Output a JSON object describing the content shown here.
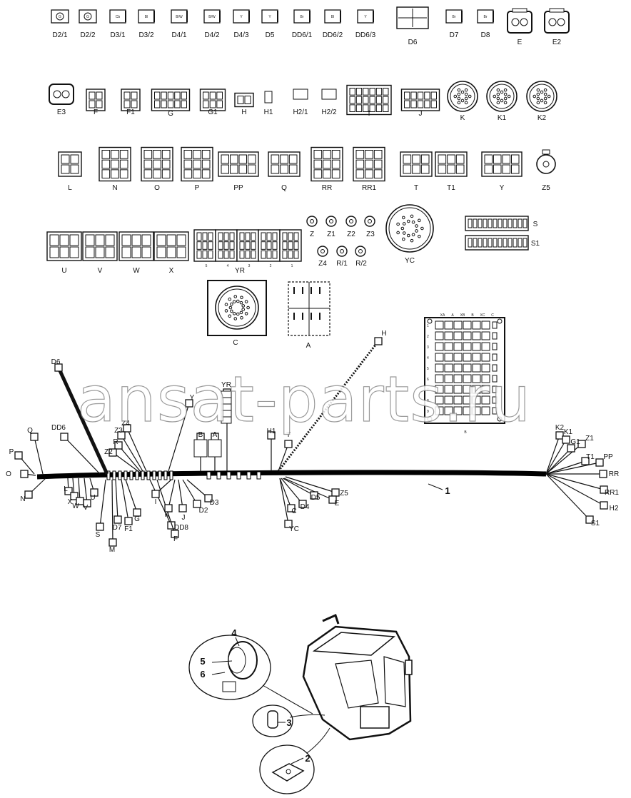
{
  "watermark": "ansat-parts.ru",
  "connectors": {
    "row1": [
      {
        "label": "D2/1",
        "text": "G"
      },
      {
        "label": "D2/2",
        "text": "G"
      },
      {
        "label": "D3/1",
        "text": "Cb"
      },
      {
        "label": "D3/2",
        "text": "Bl"
      },
      {
        "label": "D4/1",
        "text": "B/W"
      },
      {
        "label": "D4/2",
        "text": "B/W"
      },
      {
        "label": "D4/3",
        "text": "Y"
      },
      {
        "label": "D5",
        "text": "Y"
      },
      {
        "label": "DD6/1",
        "text": "Br"
      },
      {
        "label": "DD6/2",
        "text": "Bl"
      },
      {
        "label": "DD6/3",
        "text": "Y"
      },
      {
        "label": "D6",
        "text": ""
      },
      {
        "label": "D7",
        "text": "Br"
      },
      {
        "label": "D8",
        "text": "Br"
      },
      {
        "label": "E",
        "text": ""
      },
      {
        "label": "E2",
        "text": ""
      }
    ],
    "row2": [
      "E3",
      "F",
      "F1",
      "G",
      "G1",
      "H",
      "H1",
      "H2/1",
      "H2/2",
      "I",
      "J",
      "K",
      "K1",
      "K2"
    ],
    "row3": [
      "L",
      "N",
      "O",
      "P",
      "PP",
      "Q",
      "RR",
      "RR1",
      "T",
      "T1",
      "Y",
      "Z5"
    ],
    "row4_left": [
      "U",
      "V",
      "W",
      "X"
    ],
    "row4_yr": {
      "label": "YR",
      "pins": [
        "5",
        "4",
        "3",
        "2",
        "1"
      ]
    },
    "round_small": [
      "Z",
      "Z1",
      "Z2",
      "Z3",
      "Z4",
      "R/1",
      "R/2"
    ],
    "yc": "YC",
    "strips": [
      "S",
      "S1"
    ],
    "c_block": "C",
    "a_block": "A",
    "b_block": {
      "label": "B",
      "rows": [
        "1",
        "2",
        "3",
        "4",
        "5",
        "6",
        "7",
        "8",
        "9"
      ],
      "cols": [
        "XA",
        "A",
        "XB",
        "B",
        "XC",
        "C"
      ]
    }
  },
  "harness": {
    "main_label": "1",
    "branch_labels": [
      "D6",
      "DD6",
      "Q",
      "P",
      "O",
      "N",
      "L",
      "X",
      "W",
      "V",
      "U",
      "S",
      "M",
      "D7",
      "F1",
      "G",
      "DD8",
      "F",
      "Z4",
      "Z3",
      "R",
      "Z2",
      "Y",
      "YR",
      "B",
      "A",
      "I",
      "K",
      "J",
      "D2",
      "D3",
      "H1",
      "T",
      "H",
      "Z5",
      "E",
      "D5",
      "D4",
      "C",
      "YC",
      "K2",
      "K1",
      "Z1",
      "G1",
      "T1",
      "PP",
      "RR",
      "RR1",
      "H2",
      "S1"
    ]
  },
  "callouts": [
    "4",
    "5",
    "6",
    "3",
    "2"
  ]
}
